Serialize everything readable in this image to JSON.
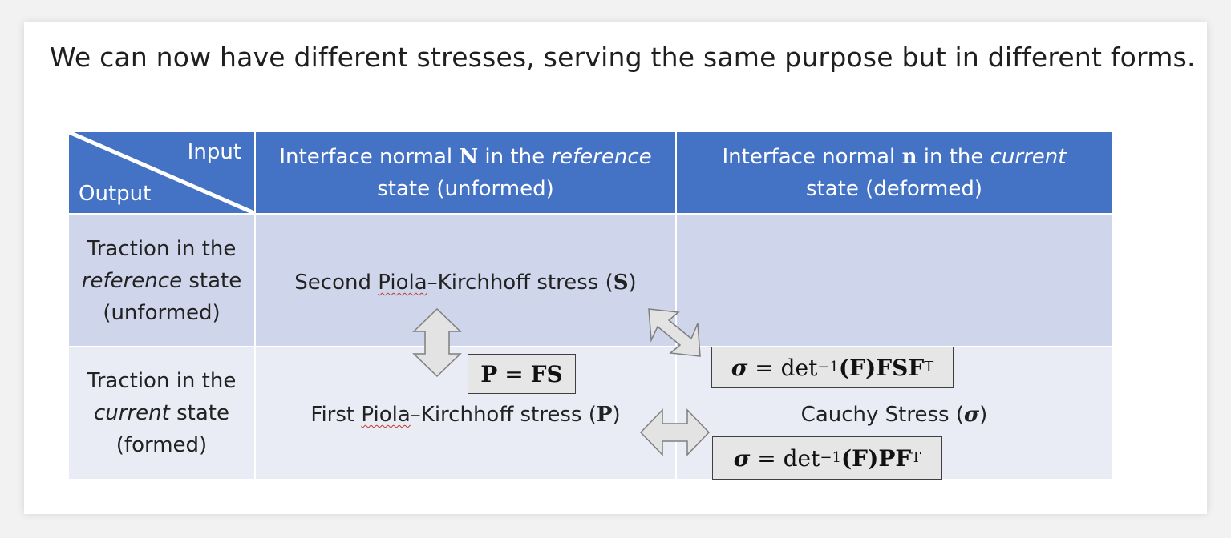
{
  "heading": "We can now have different stresses, serving the same purpose but in different forms.",
  "table": {
    "corner": {
      "input_label": "Input",
      "output_label": "Output"
    },
    "col_reference": {
      "pre": "Interface normal ",
      "symbol": "N",
      "mid": " in the ",
      "em": "reference",
      "post": " state (unformed)"
    },
    "col_current": {
      "pre": "Interface normal ",
      "symbol": "n",
      "mid": " in the ",
      "em": "current",
      "post": " state (deformed)"
    },
    "row_reference": {
      "line1": "Traction in the",
      "em": "reference",
      "post": " state",
      "line3": "(unformed)"
    },
    "row_current": {
      "line1": "Traction in the",
      "em": "current",
      "post": " state",
      "line3": "(formed)"
    },
    "cell_second_pk": {
      "pre": "Second ",
      "wavy": "Piola",
      "mid": "–Kirchhoff stress (",
      "symbol": "S",
      "post": ")"
    },
    "cell_first_pk": {
      "pre": "First ",
      "wavy": "Piola",
      "mid": "–Kirchhoff stress (",
      "symbol": "P",
      "post": ")"
    },
    "cell_cauchy": {
      "pre": "Cauchy Stress (",
      "symbol": "σ",
      "post": ")"
    }
  },
  "formulas": {
    "p_fs": {
      "lhs": "P",
      "eq": " = ",
      "rhs": "FS"
    },
    "sigma_fsf": {
      "lhs": "σ",
      "eq": " = det",
      "sup": "−1",
      "arg": "(F)",
      "rhs": "FSF",
      "rhs_sup": "T"
    },
    "sigma_pf": {
      "lhs": "σ",
      "eq": " = det",
      "sup": "−1",
      "arg": "(F)",
      "rhs": "PF",
      "rhs_sup": "T"
    }
  },
  "colors": {
    "header_blue": "#4472c4",
    "row_reference_fill": "#cfd5ea",
    "row_current_fill": "#e9ebf5",
    "arrow_fill": "#e3e3e3",
    "arrow_stroke": "#7f7f7f"
  }
}
